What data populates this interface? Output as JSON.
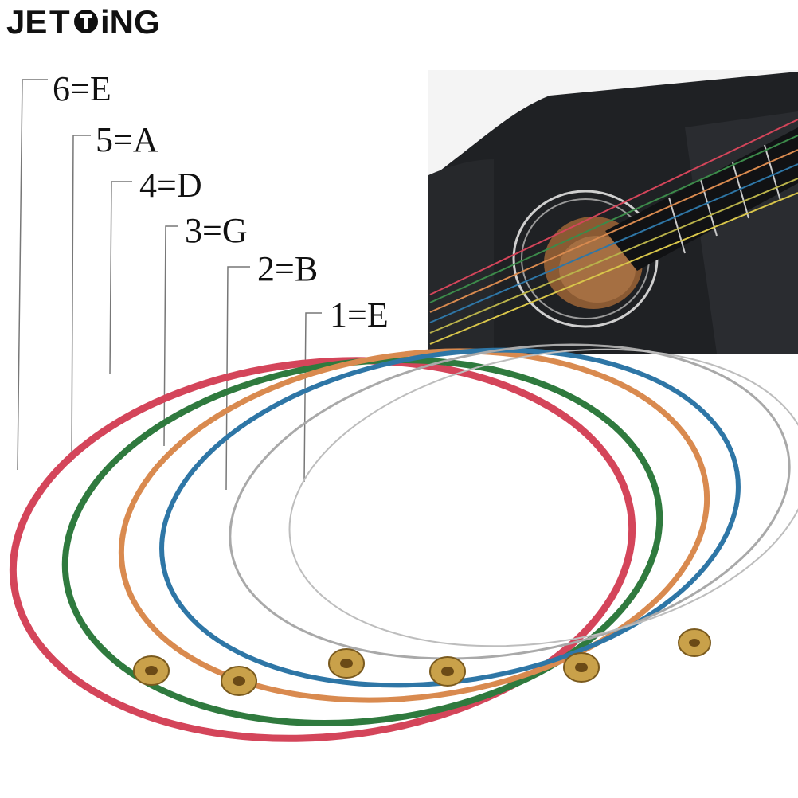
{
  "brand": {
    "name": "JETTING",
    "logo_text": "JETTING",
    "color": "#111111"
  },
  "strings": [
    {
      "label": "6=E",
      "color": "#d4455a"
    },
    {
      "label": "5=A",
      "color": "#2f7a3e"
    },
    {
      "label": "4=D",
      "color": "#d98a4f"
    },
    {
      "label": "3=G",
      "color": "#2e76a6"
    },
    {
      "label": "2=B",
      "color": "#a9a9a9"
    },
    {
      "label": "1=E",
      "color": "#b8b8b8"
    }
  ],
  "photo": {
    "subject": "black-acoustic-guitar",
    "body_color": "#1f2124",
    "soundhole_color": "#8a5a33"
  },
  "ball_end_color": "#c9a14a"
}
